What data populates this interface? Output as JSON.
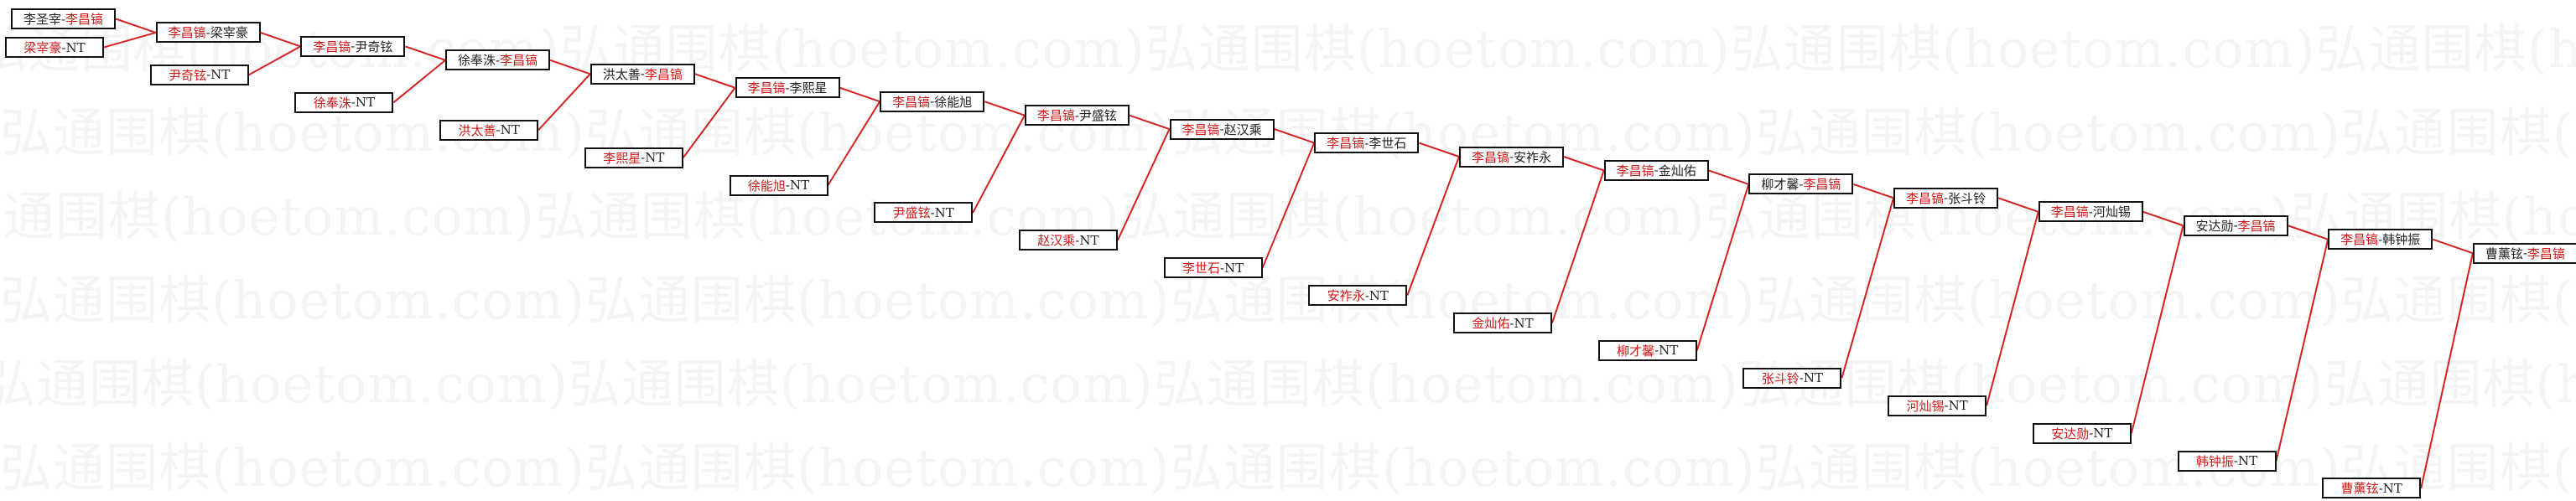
{
  "watermark": "弘通围棋(hoetom.com)",
  "colors": {
    "link": "#d42020",
    "highlight_player": "#d01818",
    "border": "#111111",
    "text": "#222222"
  },
  "highlighted_player": "李昌镐",
  "matches": [
    {
      "a": "李圣宰",
      "b": "李昌镐",
      "winner": "李昌镐"
    },
    {
      "a": "李昌镐",
      "b": "梁宰豪",
      "winner": "李昌镐"
    },
    {
      "a": "李昌镐",
      "b": "尹奇铉",
      "winner": "李昌镐"
    },
    {
      "a": "徐奉洙",
      "b": "李昌镐",
      "winner": "李昌镐"
    },
    {
      "a": "洪太善",
      "b": "李昌镐",
      "winner": "李昌镐"
    },
    {
      "a": "李昌镐",
      "b": "李熙星",
      "winner": "李昌镐"
    },
    {
      "a": "李昌镐",
      "b": "徐能旭",
      "winner": "李昌镐"
    },
    {
      "a": "李昌镐",
      "b": "尹盛铉",
      "winner": "李昌镐"
    },
    {
      "a": "李昌镐",
      "b": "赵汉乘",
      "winner": "李昌镐"
    },
    {
      "a": "李昌镐",
      "b": "李世石",
      "winner": "李昌镐"
    },
    {
      "a": "李昌镐",
      "b": "安祚永",
      "winner": "李昌镐"
    },
    {
      "a": "李昌镐",
      "b": "金灿佑",
      "winner": "李昌镐"
    },
    {
      "a": "柳才馨",
      "b": "李昌镐",
      "winner": "李昌镐"
    },
    {
      "a": "李昌镐",
      "b": "张斗铃",
      "winner": "李昌镐"
    },
    {
      "a": "李昌镐",
      "b": "河灿锡",
      "winner": "李昌镐"
    },
    {
      "a": "安达勋",
      "b": "李昌镐",
      "winner": "李昌镐"
    },
    {
      "a": "李昌镐",
      "b": "韩钟振",
      "winner": "李昌镐"
    },
    {
      "a": "曹薰铉",
      "b": "李昌镐",
      "winner": "李昌镐"
    }
  ],
  "eliminated": [
    {
      "name": "梁宰豪",
      "tag": "-NT"
    },
    {
      "name": "尹奇铉",
      "tag": "-NT"
    },
    {
      "name": "徐奉洙",
      "tag": "-NT"
    },
    {
      "name": "洪太善",
      "tag": "-NT"
    },
    {
      "name": "李熙星",
      "tag": "-NT"
    },
    {
      "name": "徐能旭",
      "tag": "-NT"
    },
    {
      "name": "尹盛铉",
      "tag": "-NT"
    },
    {
      "name": "赵汉乘",
      "tag": "-NT"
    },
    {
      "name": "李世石",
      "tag": "-NT"
    },
    {
      "name": "安祚永",
      "tag": "-NT"
    },
    {
      "name": "金灿佑",
      "tag": "-NT"
    },
    {
      "name": "柳才馨",
      "tag": "-NT"
    },
    {
      "name": "张斗铃",
      "tag": "-NT"
    },
    {
      "name": "河灿锡",
      "tag": "-NT"
    },
    {
      "name": "安达勋",
      "tag": "-NT"
    },
    {
      "name": "韩钟振",
      "tag": "-NT"
    },
    {
      "name": "曹薰铉",
      "tag": "-NT"
    }
  ]
}
